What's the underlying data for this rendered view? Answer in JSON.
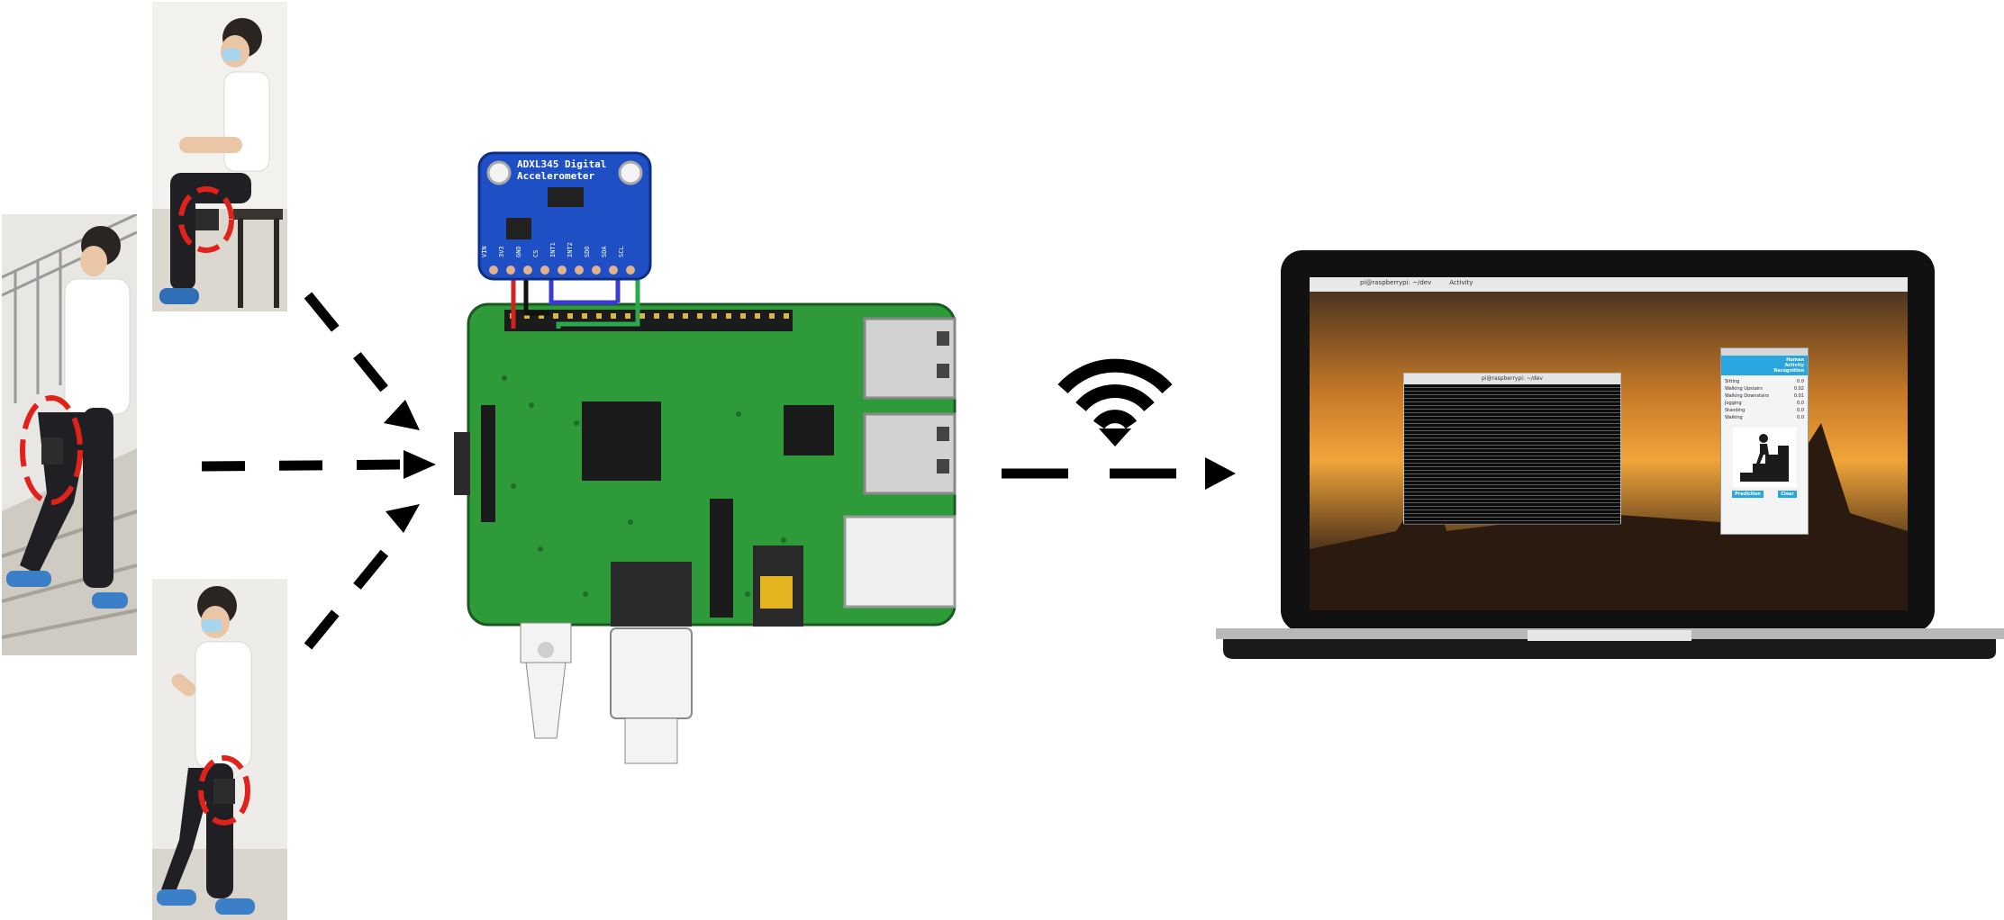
{
  "sensor": {
    "title_line1": "ADXL345 Digital",
    "title_line2": "Accelerometer",
    "pins": [
      "VIN",
      "3V3",
      "GND",
      "CS",
      "INT1",
      "INT2",
      "SDO",
      "SDA",
      "SCL"
    ]
  },
  "desktop_taskbar": {
    "items": [
      "pi@raspberrypi: ~/dev",
      "Activity"
    ]
  },
  "terminal_window": {
    "title": "pi@raspberrypi: ~/dev"
  },
  "recognition_app": {
    "title_lines": [
      "Human",
      "Activity",
      "Recognition"
    ],
    "activities": [
      {
        "label": "Sitting",
        "value": "0.0"
      },
      {
        "label": "Walking Upstairs",
        "value": "0.02"
      },
      {
        "label": "Walking Downstairs",
        "value": "0.01"
      },
      {
        "label": "Jogging",
        "value": "0.0"
      },
      {
        "label": "Standing",
        "value": "0.0"
      },
      {
        "label": "Walking",
        "value": "0.0"
      }
    ],
    "buttons": {
      "predict": "Prediction",
      "clear": "Clear"
    }
  },
  "colors": {
    "arrow": "#000000",
    "pcb_green": "#2f9a3a",
    "sensor_blue": "#1f4fc4",
    "marker_red": "#e0221a",
    "app_accent": "#29a6e0"
  }
}
